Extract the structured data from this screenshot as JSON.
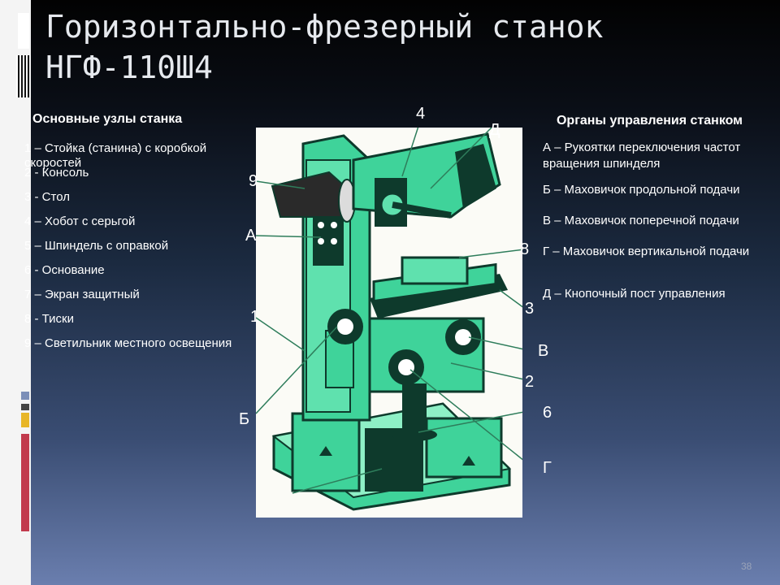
{
  "title_lines": [
    "Горизонтально-фрезерный станок",
    "НГФ-110Ш4"
  ],
  "left_column": {
    "heading": "Основные узлы станка",
    "items": [
      "1 – Стойка (станина) с коробкой скоростей",
      "2 - Консоль",
      "3 - Стол",
      "4 – Хобот с серьгой",
      "5 – Шпиндель с оправкой",
      "6 - Основание",
      "7 – Экран защитный",
      "8 - Тиски",
      "9 – Светильник местного освещения"
    ]
  },
  "right_column": {
    "heading": "Органы управления станком",
    "items": [
      "А – Рукоятки переключения частот вращения шпинделя",
      "Б – Маховичок продольной подачи",
      "В – Маховичок поперечной подачи",
      "Г – Маховичок вертикальной подачи",
      "Д – Кнопочный пост управления"
    ]
  },
  "callouts": [
    "4",
    "Д",
    "9",
    "А",
    "8",
    "3",
    "1",
    "В",
    "2",
    "6",
    "Б",
    "Г"
  ],
  "page_number": "38",
  "colors": {
    "machine_green": "#3fd39a",
    "machine_dark": "#0e3a2c",
    "background_top": "#020202",
    "background_bottom": "#6a7eae"
  }
}
